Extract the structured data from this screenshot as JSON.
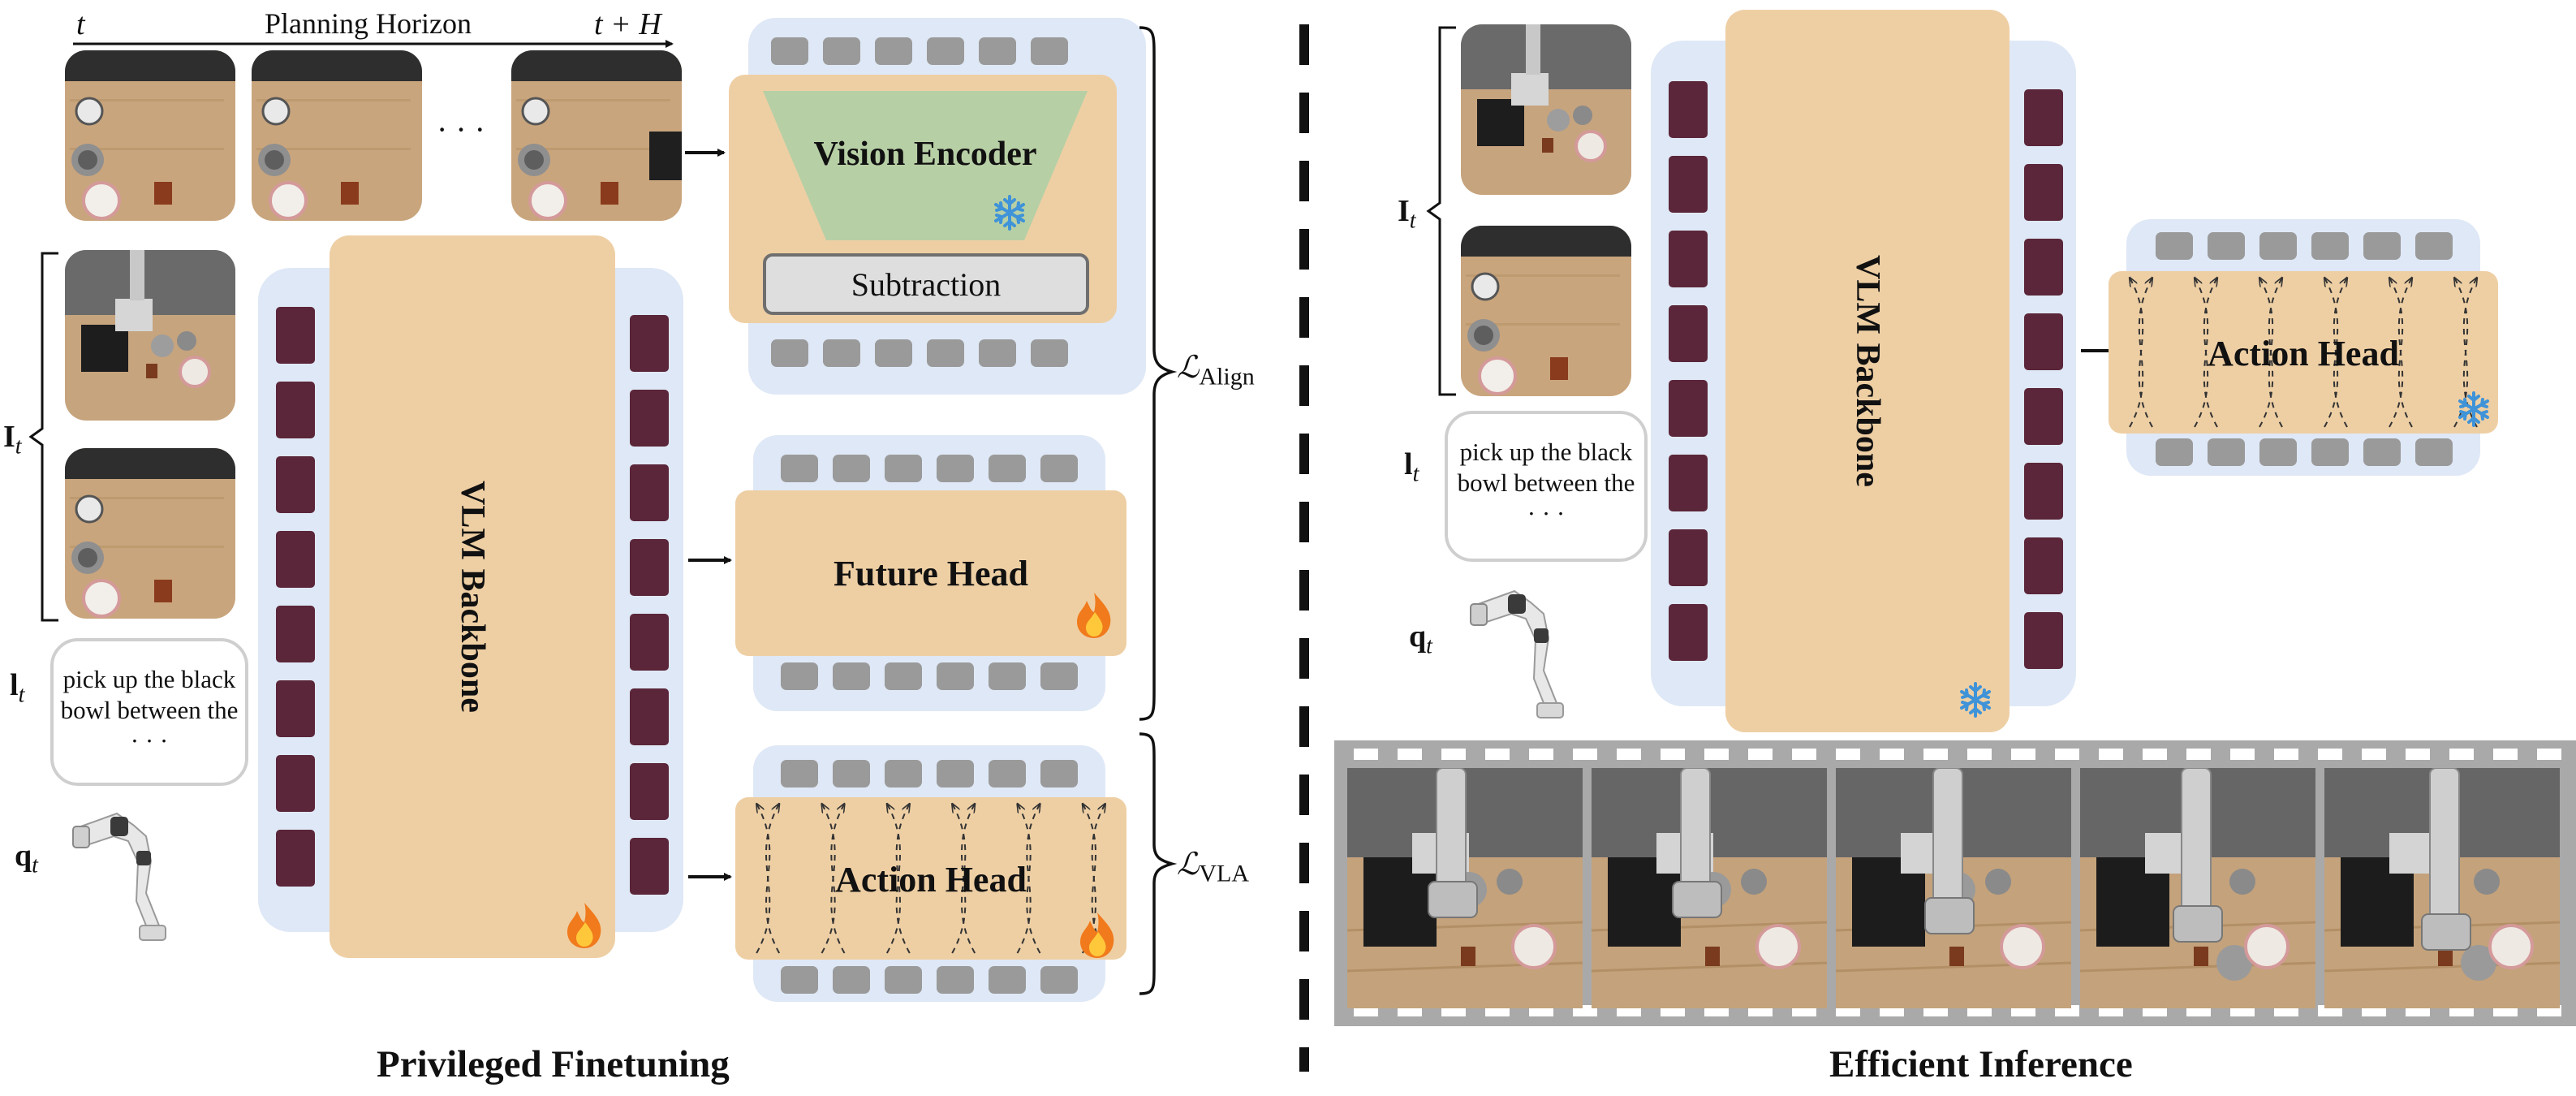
{
  "left": {
    "planning_axis": {
      "start": "t",
      "label": "Planning Horizon",
      "end": "t + H"
    },
    "ellipsis": "· · ·",
    "input_images_label": "I",
    "input_images_sub": "t",
    "language_label": "l",
    "language_sub": "t",
    "instruction_lines": [
      "pick up the black",
      "bowl between the",
      "· · ·"
    ],
    "robot_state_label": "q",
    "robot_state_sub": "t",
    "vlm_backbone": "VLM Backbone",
    "vision_encoder": "Vision Encoder",
    "subtraction": "Subtraction",
    "future_head": "Future Head",
    "action_head": "Action Head",
    "loss_align": "ℒ",
    "loss_align_sub": "Align",
    "loss_vla": "ℒ",
    "loss_vla_sub": "VLA",
    "section_title": "Privileged Finetuning"
  },
  "right": {
    "input_images_label": "I",
    "input_images_sub": "t",
    "language_label": "l",
    "language_sub": "t",
    "instruction_lines": [
      "pick up the black",
      "bowl between the",
      "· · ·"
    ],
    "robot_state_label": "q",
    "robot_state_sub": "t",
    "vlm_backbone": "VLM Backbone",
    "action_head": "Action Head",
    "section_title": "Efficient Inference"
  },
  "icons": {
    "frozen": "snowflake-icon",
    "trainable": "flame-icon"
  },
  "colors": {
    "module_tan": "#eecfa4",
    "container_blue": "#dfe8f6",
    "token_gray": "#9a9a9a",
    "embedding_purple": "#5b2639",
    "encoder_green": "#b7cfa5",
    "snowflake": "#3f93d8",
    "flame": "#f07a1c"
  }
}
